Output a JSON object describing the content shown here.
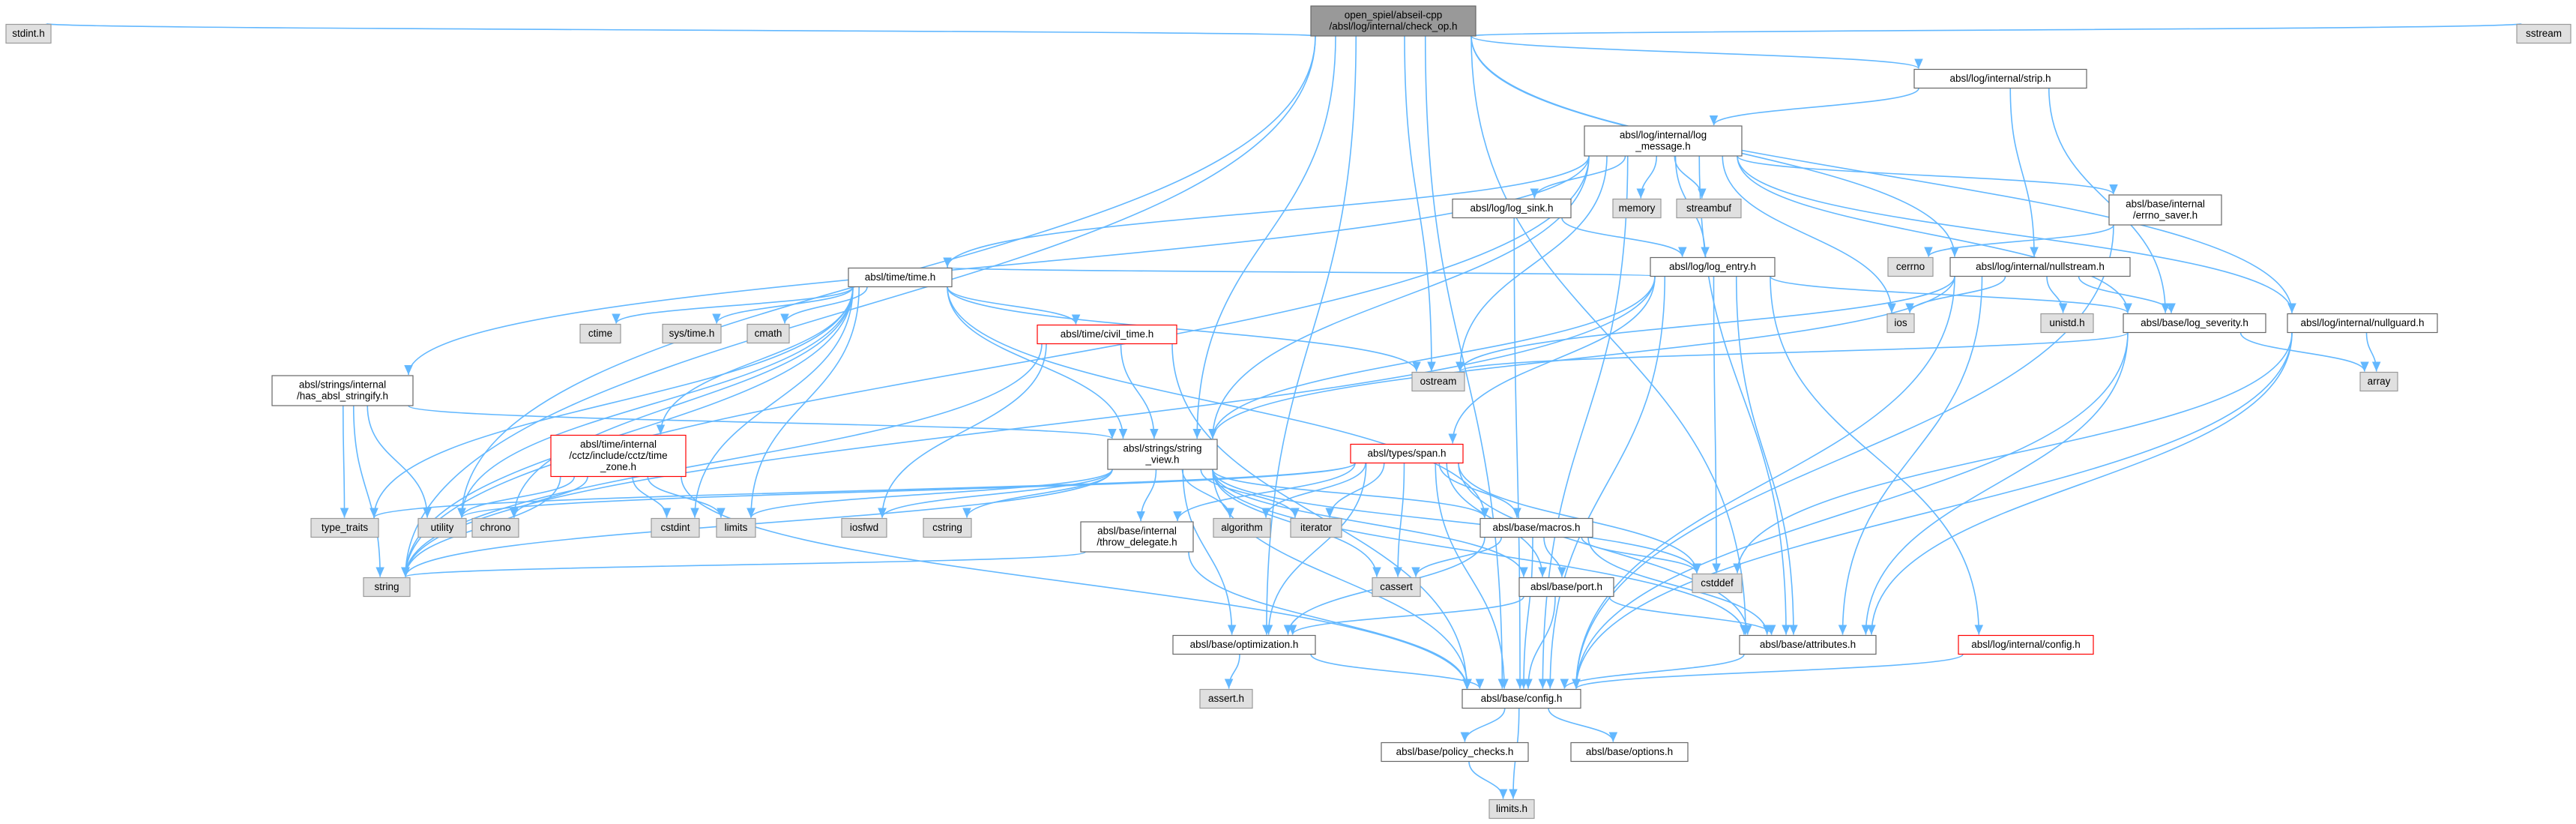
{
  "colors": {
    "root_fill": "#999999",
    "file_fill": "#ffffff",
    "file_stroke": "#666666",
    "system_fill": "#e0e0e0",
    "system_stroke": "#999999",
    "truncated_stroke": "#ff0000",
    "edge": "#63b8ff"
  },
  "nodes": [
    {
      "id": "root",
      "lines": [
        "open_spiel/abseil-cpp",
        "/absl/log/internal/check_op.h"
      ],
      "kind": "root"
    },
    {
      "id": "stdint",
      "lines": [
        "stdint.h"
      ],
      "kind": "system"
    },
    {
      "id": "strip",
      "lines": [
        "absl/log/internal/strip.h"
      ],
      "kind": "file"
    },
    {
      "id": "sstream",
      "lines": [
        "sstream"
      ],
      "kind": "system"
    },
    {
      "id": "logmsg",
      "lines": [
        "absl/log/internal/log",
        "_message.h"
      ],
      "kind": "file"
    },
    {
      "id": "logsink",
      "lines": [
        "absl/log/log_sink.h"
      ],
      "kind": "file"
    },
    {
      "id": "memory",
      "lines": [
        "memory"
      ],
      "kind": "system"
    },
    {
      "id": "streambuf",
      "lines": [
        "streambuf"
      ],
      "kind": "system"
    },
    {
      "id": "errno",
      "lines": [
        "absl/base/internal",
        "/errno_saver.h"
      ],
      "kind": "file"
    },
    {
      "id": "cerrno",
      "lines": [
        "cerrno"
      ],
      "kind": "system"
    },
    {
      "id": "nullstream",
      "lines": [
        "absl/log/internal/nullstream.h"
      ],
      "kind": "file"
    },
    {
      "id": "logentry",
      "lines": [
        "absl/log/log_entry.h"
      ],
      "kind": "file"
    },
    {
      "id": "timeh",
      "lines": [
        "absl/time/time.h"
      ],
      "kind": "file"
    },
    {
      "id": "ios",
      "lines": [
        "ios"
      ],
      "kind": "system"
    },
    {
      "id": "unistd",
      "lines": [
        "unistd.h"
      ],
      "kind": "system"
    },
    {
      "id": "severity",
      "lines": [
        "absl/base/log_severity.h"
      ],
      "kind": "file"
    },
    {
      "id": "nullguard",
      "lines": [
        "absl/log/internal/nullguard.h"
      ],
      "kind": "file"
    },
    {
      "id": "ctime",
      "lines": [
        "ctime"
      ],
      "kind": "system"
    },
    {
      "id": "systime",
      "lines": [
        "sys/time.h"
      ],
      "kind": "system"
    },
    {
      "id": "cmath",
      "lines": [
        "cmath"
      ],
      "kind": "system"
    },
    {
      "id": "civil",
      "lines": [
        "absl/time/civil_time.h"
      ],
      "kind": "truncated"
    },
    {
      "id": "ostream",
      "lines": [
        "ostream"
      ],
      "kind": "system"
    },
    {
      "id": "array",
      "lines": [
        "array"
      ],
      "kind": "system"
    },
    {
      "id": "hasstr",
      "lines": [
        "absl/strings/internal",
        "/has_absl_stringify.h"
      ],
      "kind": "file"
    },
    {
      "id": "cctz",
      "lines": [
        "absl/time/internal",
        "/cctz/include/cctz/time",
        "_zone.h"
      ],
      "kind": "truncated"
    },
    {
      "id": "strview",
      "lines": [
        "absl/strings/string",
        "_view.h"
      ],
      "kind": "file"
    },
    {
      "id": "span",
      "lines": [
        "absl/types/span.h"
      ],
      "kind": "truncated"
    },
    {
      "id": "typetraits",
      "lines": [
        "type_traits"
      ],
      "kind": "system"
    },
    {
      "id": "utility",
      "lines": [
        "utility"
      ],
      "kind": "system"
    },
    {
      "id": "chrono",
      "lines": [
        "chrono"
      ],
      "kind": "system"
    },
    {
      "id": "cstdint",
      "lines": [
        "cstdint"
      ],
      "kind": "system"
    },
    {
      "id": "limits",
      "lines": [
        "limits"
      ],
      "kind": "system"
    },
    {
      "id": "iosfwd",
      "lines": [
        "iosfwd"
      ],
      "kind": "system"
    },
    {
      "id": "cstring",
      "lines": [
        "cstring"
      ],
      "kind": "system"
    },
    {
      "id": "throwdel",
      "lines": [
        "absl/base/internal",
        "/throw_delegate.h"
      ],
      "kind": "file"
    },
    {
      "id": "algorithm",
      "lines": [
        "algorithm"
      ],
      "kind": "system"
    },
    {
      "id": "iterator",
      "lines": [
        "iterator"
      ],
      "kind": "system"
    },
    {
      "id": "macros",
      "lines": [
        "absl/base/macros.h"
      ],
      "kind": "file"
    },
    {
      "id": "cstddef",
      "lines": [
        "cstddef"
      ],
      "kind": "system"
    },
    {
      "id": "string",
      "lines": [
        "string"
      ],
      "kind": "system"
    },
    {
      "id": "cassert",
      "lines": [
        "cassert"
      ],
      "kind": "system"
    },
    {
      "id": "port",
      "lines": [
        "absl/base/port.h"
      ],
      "kind": "file"
    },
    {
      "id": "optim",
      "lines": [
        "absl/base/optimization.h"
      ],
      "kind": "file"
    },
    {
      "id": "attrs",
      "lines": [
        "absl/base/attributes.h"
      ],
      "kind": "file"
    },
    {
      "id": "logconfig",
      "lines": [
        "absl/log/internal/config.h"
      ],
      "kind": "truncated"
    },
    {
      "id": "asserth",
      "lines": [
        "assert.h"
      ],
      "kind": "system"
    },
    {
      "id": "config",
      "lines": [
        "absl/base/config.h"
      ],
      "kind": "file"
    },
    {
      "id": "policy",
      "lines": [
        "absl/base/policy_checks.h"
      ],
      "kind": "file"
    },
    {
      "id": "options",
      "lines": [
        "absl/base/options.h"
      ],
      "kind": "file"
    },
    {
      "id": "limitsh",
      "lines": [
        "limits.h"
      ],
      "kind": "system"
    }
  ],
  "edges": [
    [
      "root",
      "stdint"
    ],
    [
      "root",
      "strip"
    ],
    [
      "root",
      "sstream"
    ],
    [
      "root",
      "string"
    ],
    [
      "root",
      "utility"
    ],
    [
      "root",
      "ostream"
    ],
    [
      "root",
      "attrs"
    ],
    [
      "root",
      "config"
    ],
    [
      "root",
      "optim"
    ],
    [
      "root",
      "nullstream"
    ],
    [
      "root",
      "nullguard"
    ],
    [
      "root",
      "strview"
    ],
    [
      "strip",
      "logmsg"
    ],
    [
      "strip",
      "nullstream"
    ],
    [
      "strip",
      "severity"
    ],
    [
      "logmsg",
      "logsink"
    ],
    [
      "logmsg",
      "memory"
    ],
    [
      "logmsg",
      "streambuf"
    ],
    [
      "logmsg",
      "errno"
    ],
    [
      "logmsg",
      "logentry"
    ],
    [
      "logmsg",
      "timeh"
    ],
    [
      "logmsg",
      "hasstr"
    ],
    [
      "logmsg",
      "strview"
    ],
    [
      "logmsg",
      "ostream"
    ],
    [
      "logmsg",
      "ios"
    ],
    [
      "logmsg",
      "severity"
    ],
    [
      "logmsg",
      "nullguard"
    ],
    [
      "logmsg",
      "attrs"
    ],
    [
      "logmsg",
      "config"
    ],
    [
      "logmsg",
      "string"
    ],
    [
      "logsink",
      "logentry"
    ],
    [
      "logsink",
      "config"
    ],
    [
      "errno",
      "cerrno"
    ],
    [
      "errno",
      "config"
    ],
    [
      "nullstream",
      "ios"
    ],
    [
      "nullstream",
      "unistd"
    ],
    [
      "nullstream",
      "severity"
    ],
    [
      "nullstream",
      "ostream"
    ],
    [
      "nullstream",
      "strview"
    ],
    [
      "nullstream",
      "attrs"
    ],
    [
      "nullstream",
      "config"
    ],
    [
      "logentry",
      "timeh"
    ],
    [
      "logentry",
      "severity"
    ],
    [
      "logentry",
      "strview"
    ],
    [
      "logentry",
      "span"
    ],
    [
      "logentry",
      "attrs"
    ],
    [
      "logentry",
      "config"
    ],
    [
      "logentry",
      "logconfig"
    ],
    [
      "logentry",
      "cstddef"
    ],
    [
      "logentry",
      "string"
    ],
    [
      "timeh",
      "ctime"
    ],
    [
      "timeh",
      "systime"
    ],
    [
      "timeh",
      "cmath"
    ],
    [
      "timeh",
      "civil"
    ],
    [
      "timeh",
      "ostream"
    ],
    [
      "timeh",
      "cctz"
    ],
    [
      "timeh",
      "strview"
    ],
    [
      "timeh",
      "macros"
    ],
    [
      "timeh",
      "typetraits"
    ],
    [
      "timeh",
      "utility"
    ],
    [
      "timeh",
      "chrono"
    ],
    [
      "timeh",
      "cstdint"
    ],
    [
      "timeh",
      "limits"
    ],
    [
      "timeh",
      "string"
    ],
    [
      "severity",
      "array"
    ],
    [
      "severity",
      "ostream"
    ],
    [
      "severity",
      "attrs"
    ],
    [
      "severity",
      "config"
    ],
    [
      "nullguard",
      "array"
    ],
    [
      "nullguard",
      "cstddef"
    ],
    [
      "nullguard",
      "attrs"
    ],
    [
      "nullguard",
      "config"
    ],
    [
      "civil",
      "strview"
    ],
    [
      "civil",
      "iosfwd"
    ],
    [
      "civil",
      "string"
    ],
    [
      "civil",
      "config"
    ],
    [
      "hasstr",
      "typetraits"
    ],
    [
      "hasstr",
      "utility"
    ],
    [
      "hasstr",
      "strview"
    ],
    [
      "hasstr",
      "string"
    ],
    [
      "cctz",
      "chrono"
    ],
    [
      "cctz",
      "cstdint"
    ],
    [
      "cctz",
      "limits"
    ],
    [
      "cctz",
      "string"
    ],
    [
      "cctz",
      "utility"
    ],
    [
      "cctz",
      "config"
    ],
    [
      "strview",
      "iosfwd"
    ],
    [
      "strview",
      "cstring"
    ],
    [
      "strview",
      "throwdel"
    ],
    [
      "strview",
      "algorithm"
    ],
    [
      "strview",
      "iterator"
    ],
    [
      "strview",
      "macros"
    ],
    [
      "strview",
      "cstddef"
    ],
    [
      "strview",
      "string"
    ],
    [
      "strview",
      "limits"
    ],
    [
      "strview",
      "cassert"
    ],
    [
      "strview",
      "port"
    ],
    [
      "strview",
      "optim"
    ],
    [
      "strview",
      "attrs"
    ],
    [
      "strview",
      "config"
    ],
    [
      "span",
      "typetraits"
    ],
    [
      "span",
      "utility"
    ],
    [
      "span",
      "algorithm"
    ],
    [
      "span",
      "iterator"
    ],
    [
      "span",
      "macros"
    ],
    [
      "span",
      "cstddef"
    ],
    [
      "span",
      "cassert"
    ],
    [
      "span",
      "throwdel"
    ],
    [
      "span",
      "port"
    ],
    [
      "span",
      "optim"
    ],
    [
      "span",
      "attrs"
    ],
    [
      "span",
      "config"
    ],
    [
      "throwdel",
      "string"
    ],
    [
      "throwdel",
      "config"
    ],
    [
      "macros",
      "cassert"
    ],
    [
      "macros",
      "cstddef"
    ],
    [
      "macros",
      "attrs"
    ],
    [
      "macros",
      "config"
    ],
    [
      "macros",
      "optim"
    ],
    [
      "macros",
      "port"
    ],
    [
      "port",
      "attrs"
    ],
    [
      "port",
      "config"
    ],
    [
      "port",
      "optim"
    ],
    [
      "optim",
      "asserth"
    ],
    [
      "optim",
      "config"
    ],
    [
      "attrs",
      "config"
    ],
    [
      "logconfig",
      "config"
    ],
    [
      "config",
      "policy"
    ],
    [
      "config",
      "options"
    ],
    [
      "config",
      "limitsh"
    ],
    [
      "policy",
      "limitsh"
    ]
  ]
}
